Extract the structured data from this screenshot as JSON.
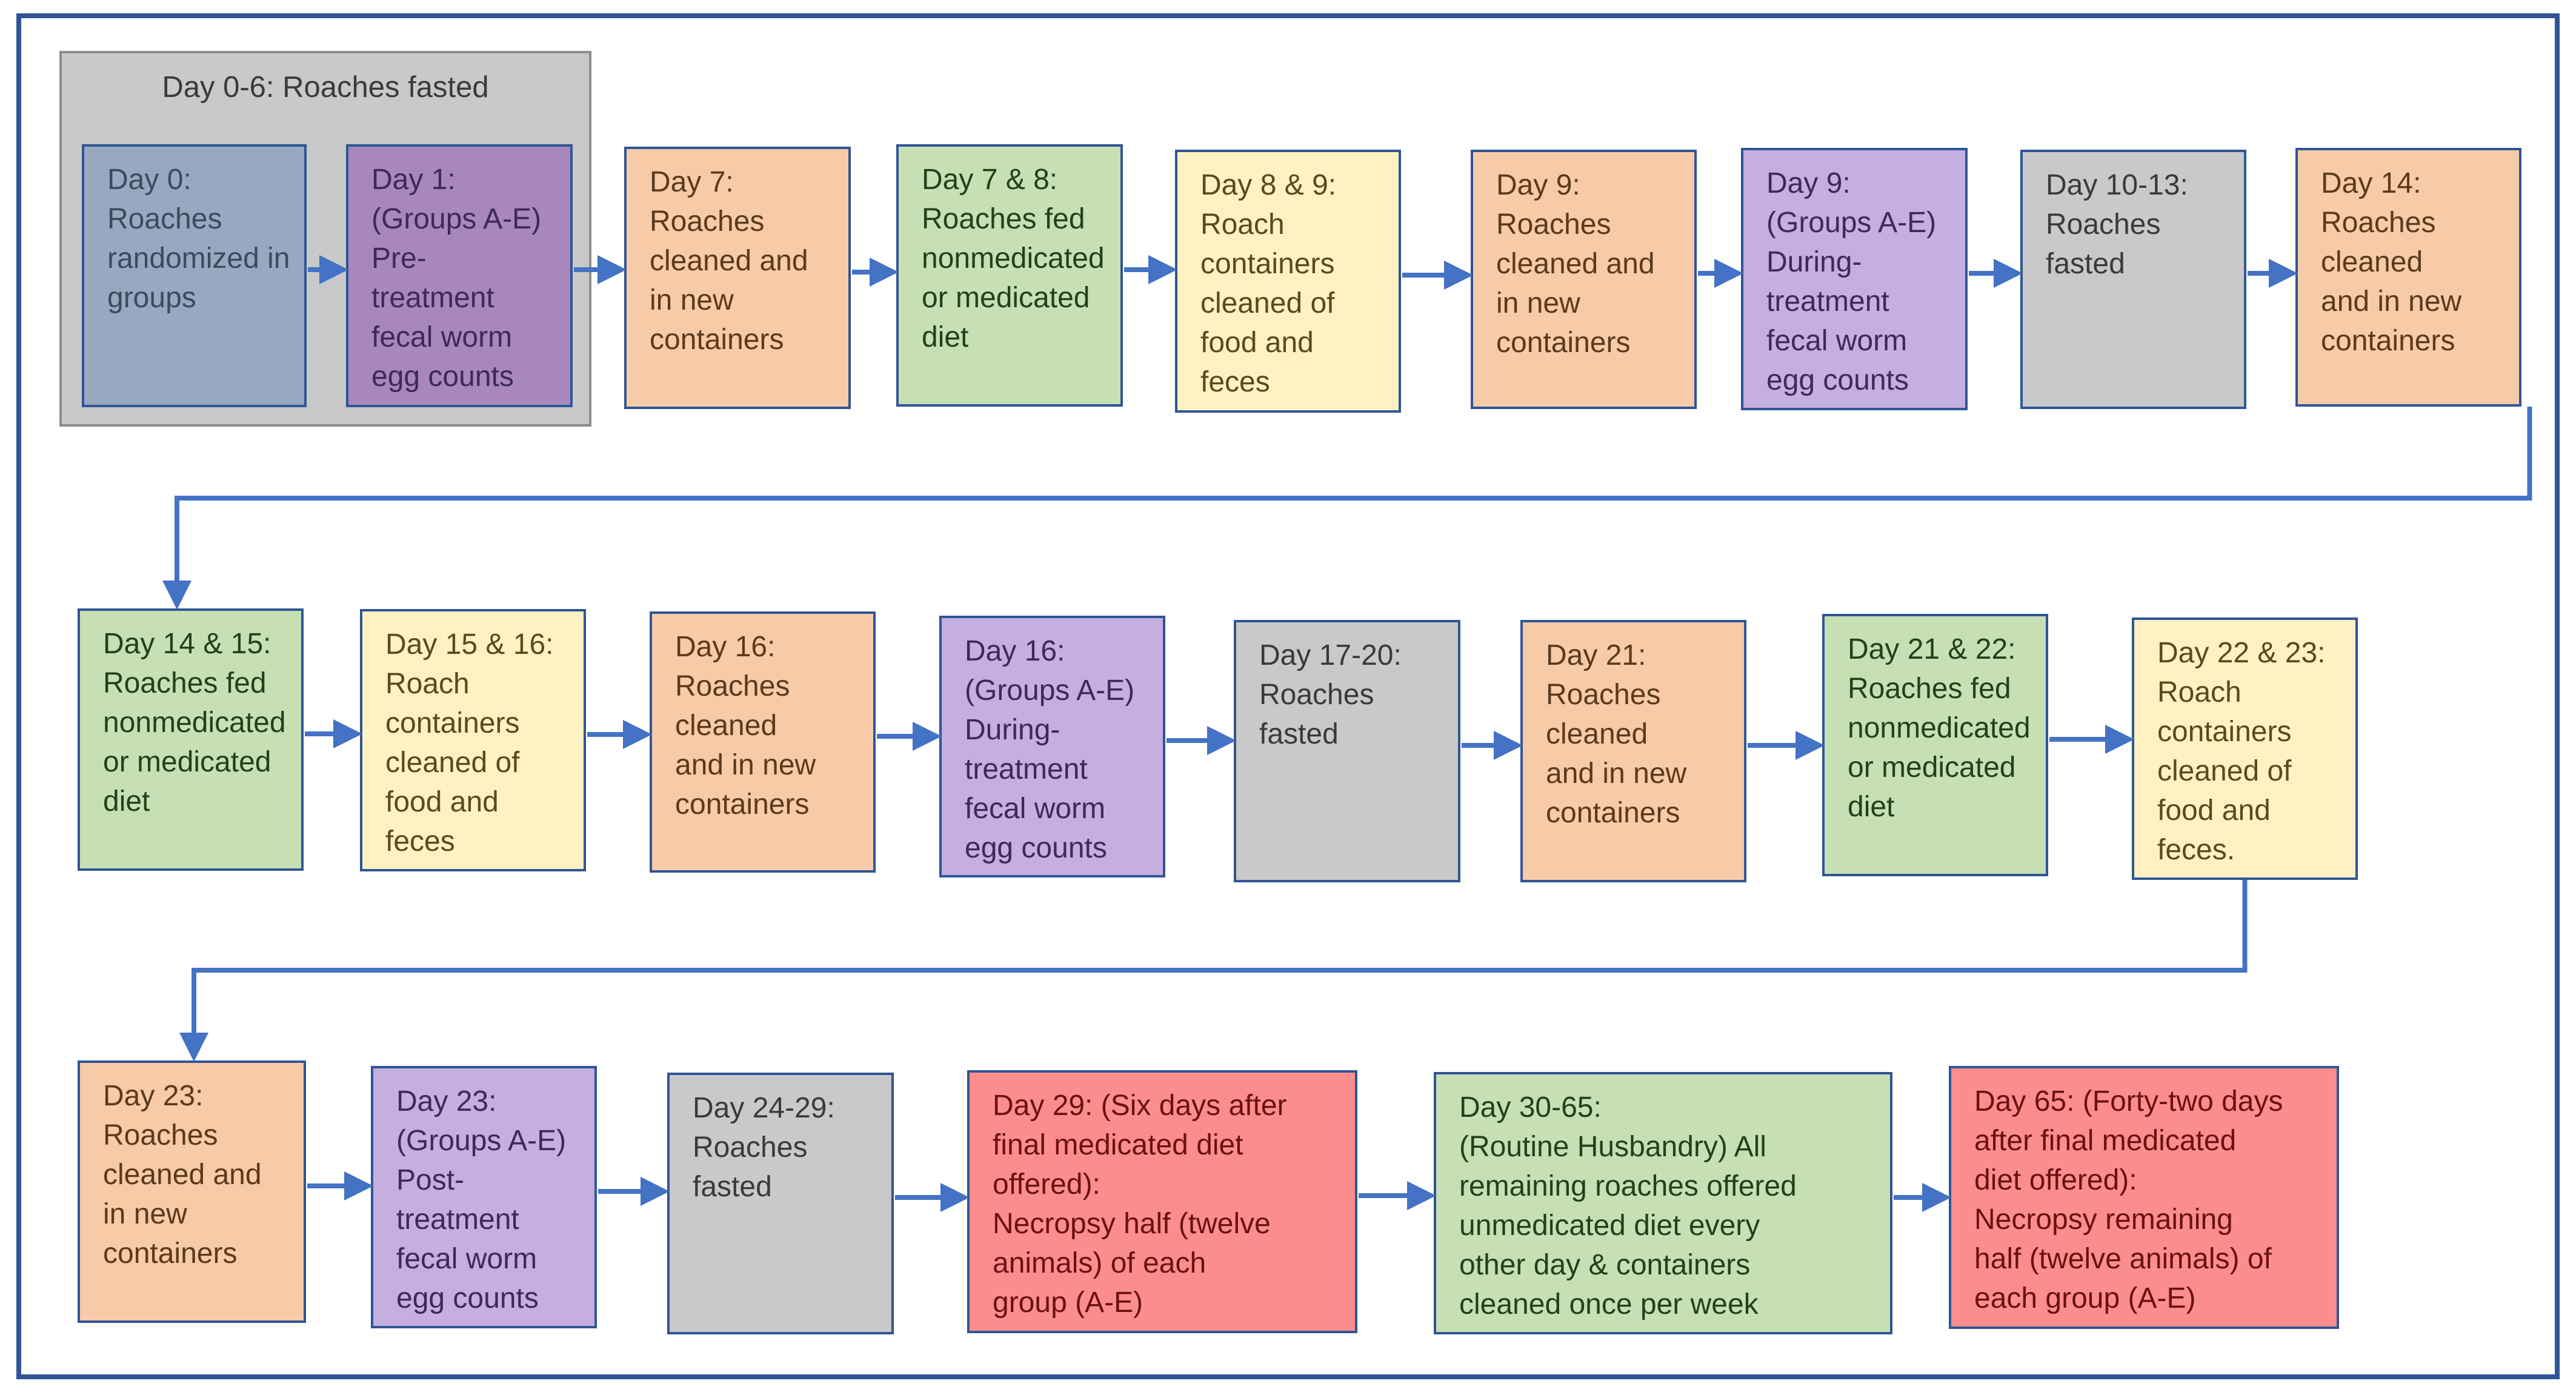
{
  "group": {
    "title": "Day 0-6: Roaches fasted"
  },
  "boxes": [
    {
      "id": "day0",
      "text": "Day 0:\nRoaches\nrandomized in\ngroups",
      "color": "blue"
    },
    {
      "id": "day1",
      "text": "Day 1:\n(Groups A-E)\nPre-\ntreatment\nfecal worm\negg counts",
      "color": "purple2"
    },
    {
      "id": "day7",
      "text": "Day 7:\nRoaches\ncleaned and\nin new\ncontainers",
      "color": "orange"
    },
    {
      "id": "day7-8",
      "text": "Day 7 & 8:\nRoaches fed\nnonmedicated\nor medicated\ndiet",
      "color": "green"
    },
    {
      "id": "day8-9",
      "text": "Day 8 & 9:\nRoach\ncontainers\ncleaned of\nfood and\nfeces",
      "color": "yellow"
    },
    {
      "id": "day9-clean",
      "text": "Day 9:\nRoaches\ncleaned and\nin new\ncontainers",
      "color": "orange"
    },
    {
      "id": "day9-count",
      "text": "Day 9:\n(Groups A-E)\nDuring-\ntreatment\nfecal worm\negg counts",
      "color": "purple"
    },
    {
      "id": "day10-13",
      "text": "Day 10-13:\nRoaches\nfasted",
      "color": "gray"
    },
    {
      "id": "day14",
      "text": "Day 14:\nRoaches\ncleaned\nand in new\ncontainers",
      "color": "orange"
    },
    {
      "id": "day14-15",
      "text": "Day 14 & 15:\nRoaches fed\nnonmedicated\nor medicated\ndiet",
      "color": "green"
    },
    {
      "id": "day15-16",
      "text": "Day 15 & 16:\nRoach\ncontainers\ncleaned of\nfood and\nfeces",
      "color": "yellow"
    },
    {
      "id": "day16-clean",
      "text": "Day 16:\nRoaches\ncleaned\nand in new\ncontainers",
      "color": "orange"
    },
    {
      "id": "day16-count",
      "text": "Day 16:\n(Groups A-E)\nDuring-\ntreatment\nfecal worm\negg counts",
      "color": "purple"
    },
    {
      "id": "day17-20",
      "text": "Day 17-20:\nRoaches\nfasted",
      "color": "gray"
    },
    {
      "id": "day21",
      "text": "Day 21:\nRoaches\ncleaned\nand in new\ncontainers",
      "color": "orange"
    },
    {
      "id": "day21-22",
      "text": "Day 21 & 22:\nRoaches fed\nnonmedicated\nor medicated\ndiet",
      "color": "green"
    },
    {
      "id": "day22-23",
      "text": "Day 22 & 23:\nRoach\ncontainers\ncleaned of\nfood and\nfeces.",
      "color": "yellow"
    },
    {
      "id": "day23-clean",
      "text": "Day 23:\nRoaches\ncleaned and\nin new\ncontainers",
      "color": "orange"
    },
    {
      "id": "day23-count",
      "text": "Day 23:\n(Groups A-E)\nPost-\ntreatment\nfecal worm\negg counts",
      "color": "purple"
    },
    {
      "id": "day24-29",
      "text": "Day 24-29:\nRoaches\nfasted",
      "color": "gray"
    },
    {
      "id": "day29",
      "text": "Day 29: (Six days after\nfinal medicated diet\noffered):\nNecropsy half (twelve\nanimals) of each\ngroup (A-E)",
      "color": "red"
    },
    {
      "id": "day30-65",
      "text": "Day 30-65:\n(Routine Husbandry) All\nremaining roaches offered\nunmedicated diet every\nother day & containers\ncleaned once per week",
      "color": "green"
    },
    {
      "id": "day65",
      "text": "Day 65: (Forty-two days\nafter final medicated\ndiet offered):\nNecropsy remaining\nhalf (twelve animals) of\neach group (A-E)",
      "color": "red"
    }
  ],
  "colors": {
    "frame": "#2f5597",
    "arrow": "#4472c4"
  }
}
